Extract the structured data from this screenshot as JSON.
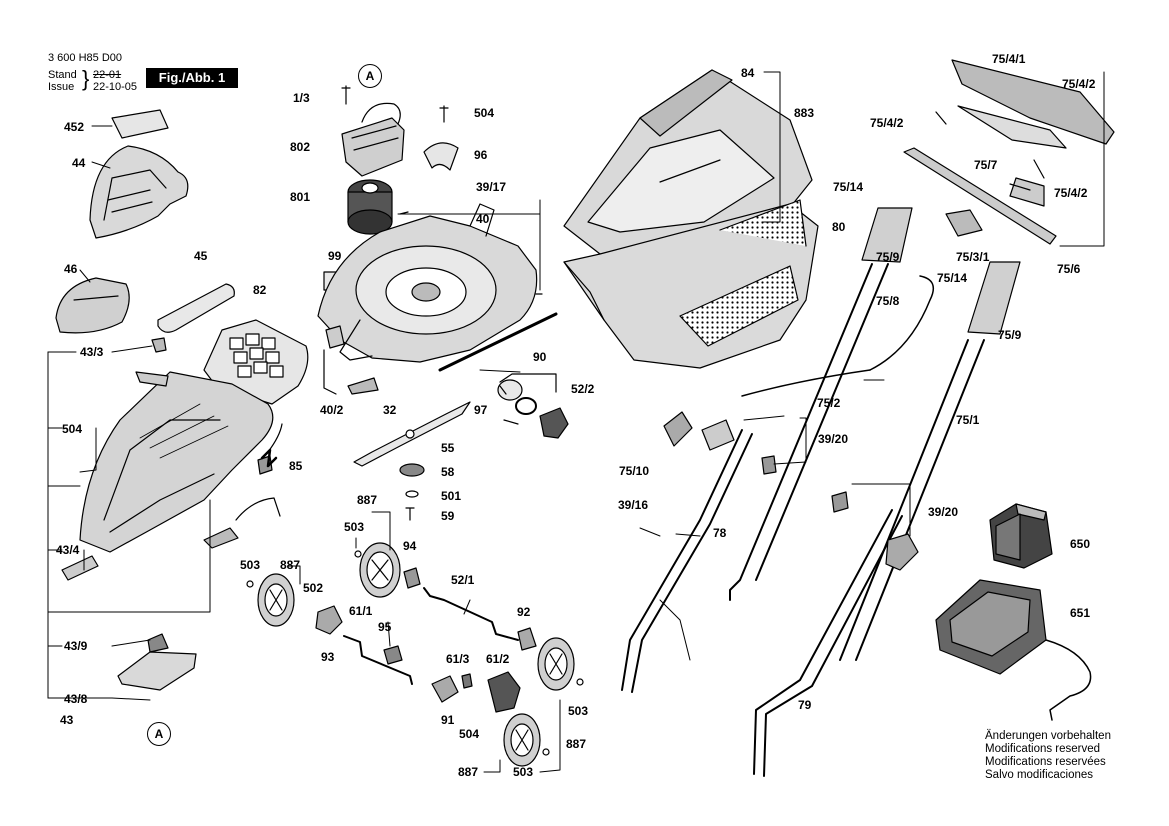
{
  "header": {
    "doc_number": "3 600 H85 D00",
    "stand_label": "Stand",
    "stand_value": "22-01",
    "issue_label": "Issue",
    "issue_value": "22-10-05",
    "figure_label": "Fig./Abb. 1"
  },
  "reference_marker": "A",
  "notes": [
    "Änderungen vorbehalten",
    "Modifications reserved",
    "Modifications reservées",
    "Salvo modificaciones"
  ],
  "part_labels": [
    {
      "id": "p452",
      "text": "452"
    },
    {
      "id": "p44",
      "text": "44"
    },
    {
      "id": "p46",
      "text": "46"
    },
    {
      "id": "p45",
      "text": "45"
    },
    {
      "id": "p82",
      "text": "82"
    },
    {
      "id": "p43_3",
      "text": "43/3"
    },
    {
      "id": "p504a",
      "text": "504"
    },
    {
      "id": "p43_4",
      "text": "43/4"
    },
    {
      "id": "p43_9",
      "text": "43/9"
    },
    {
      "id": "p43_8",
      "text": "43/8"
    },
    {
      "id": "p43",
      "text": "43"
    },
    {
      "id": "p1_3",
      "text": "1/3"
    },
    {
      "id": "p802",
      "text": "802"
    },
    {
      "id": "p801",
      "text": "801"
    },
    {
      "id": "p99",
      "text": "99"
    },
    {
      "id": "p504b",
      "text": "504"
    },
    {
      "id": "p96",
      "text": "96"
    },
    {
      "id": "p39_17",
      "text": "39/17"
    },
    {
      "id": "p40",
      "text": "40"
    },
    {
      "id": "p90",
      "text": "90"
    },
    {
      "id": "p40_2",
      "text": "40/2"
    },
    {
      "id": "p32",
      "text": "32"
    },
    {
      "id": "p97",
      "text": "97"
    },
    {
      "id": "p52_2",
      "text": "52/2"
    },
    {
      "id": "p55",
      "text": "55"
    },
    {
      "id": "p58",
      "text": "58"
    },
    {
      "id": "p501",
      "text": "501"
    },
    {
      "id": "p59",
      "text": "59"
    },
    {
      "id": "p85",
      "text": "85"
    },
    {
      "id": "p887a",
      "text": "887"
    },
    {
      "id": "p503a",
      "text": "503"
    },
    {
      "id": "p94",
      "text": "94"
    },
    {
      "id": "p503b",
      "text": "503"
    },
    {
      "id": "p887b",
      "text": "887"
    },
    {
      "id": "p502",
      "text": "502"
    },
    {
      "id": "p52_1",
      "text": "52/1"
    },
    {
      "id": "p61_1",
      "text": "61/1"
    },
    {
      "id": "p95",
      "text": "95"
    },
    {
      "id": "p92",
      "text": "92"
    },
    {
      "id": "p93",
      "text": "93"
    },
    {
      "id": "p61_3",
      "text": "61/3"
    },
    {
      "id": "p61_2",
      "text": "61/2"
    },
    {
      "id": "p91",
      "text": "91"
    },
    {
      "id": "p504c",
      "text": "504"
    },
    {
      "id": "p503c",
      "text": "503"
    },
    {
      "id": "p887c",
      "text": "887"
    },
    {
      "id": "p887d",
      "text": "887"
    },
    {
      "id": "p503d",
      "text": "503"
    },
    {
      "id": "p84",
      "text": "84"
    },
    {
      "id": "p883",
      "text": "883"
    },
    {
      "id": "p80",
      "text": "80"
    },
    {
      "id": "p75_4_1",
      "text": "75/4/1"
    },
    {
      "id": "p75_4_2a",
      "text": "75/4/2"
    },
    {
      "id": "p75_4_2b",
      "text": "75/4/2"
    },
    {
      "id": "p75_7",
      "text": "75/7"
    },
    {
      "id": "p75_4_2c",
      "text": "75/4/2"
    },
    {
      "id": "p75_14a",
      "text": "75/14"
    },
    {
      "id": "p75_3_1",
      "text": "75/3/1"
    },
    {
      "id": "p75_9a",
      "text": "75/9"
    },
    {
      "id": "p75_14b",
      "text": "75/14"
    },
    {
      "id": "p75_8",
      "text": "75/8"
    },
    {
      "id": "p75_6",
      "text": "75/6"
    },
    {
      "id": "p75_9b",
      "text": "75/9"
    },
    {
      "id": "p75_2",
      "text": "75/2"
    },
    {
      "id": "p75_1",
      "text": "75/1"
    },
    {
      "id": "p39_20a",
      "text": "39/20"
    },
    {
      "id": "p75_10",
      "text": "75/10"
    },
    {
      "id": "p39_16",
      "text": "39/16"
    },
    {
      "id": "p78",
      "text": "78"
    },
    {
      "id": "p39_20b",
      "text": "39/20"
    },
    {
      "id": "p650",
      "text": "650"
    },
    {
      "id": "p651",
      "text": "651"
    },
    {
      "id": "p79",
      "text": "79"
    }
  ]
}
